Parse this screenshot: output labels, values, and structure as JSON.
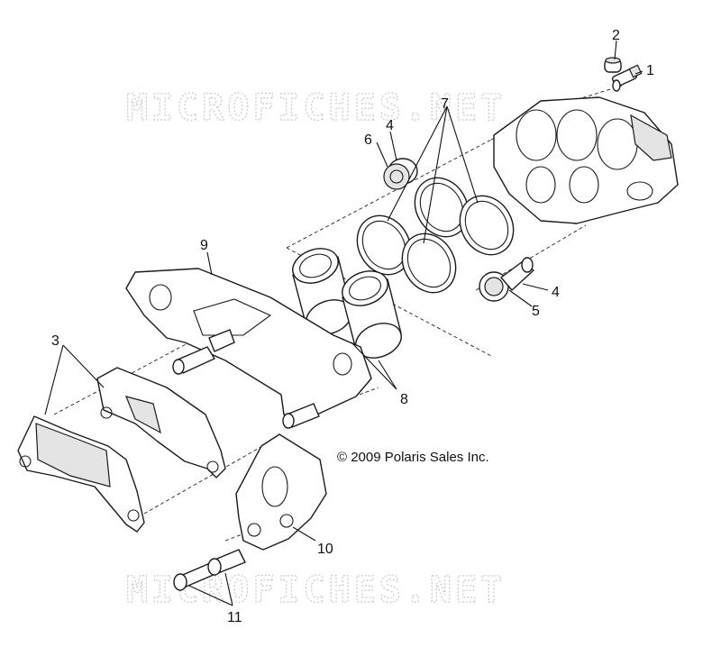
{
  "watermark": {
    "top": "MICROFICHES.NET",
    "bottom": "MICROFICHES.NET"
  },
  "copyright": "© 2009 Polaris Sales Inc.",
  "callouts": {
    "c1": "1",
    "c2": "2",
    "c3": "3",
    "c4a": "4",
    "c4b": "4",
    "c5": "5",
    "c6": "6",
    "c7": "7",
    "c8": "8",
    "c9": "9",
    "c10": "10",
    "c11": "11"
  }
}
